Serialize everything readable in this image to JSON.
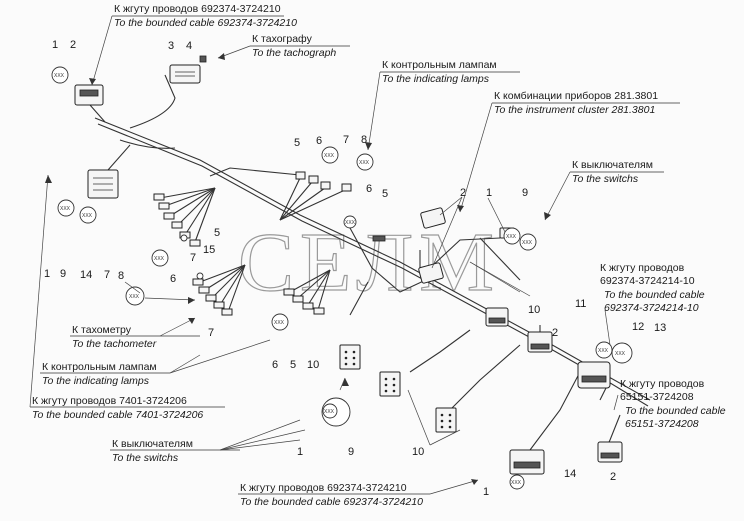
{
  "watermark": "СЕЛМ",
  "labels": {
    "top_harness_ru": "К жгуту проводов 692374-3724210",
    "top_harness_en": "To the bounded cable 692374-3724210",
    "tachograph_ru": "К тахографу",
    "tachograph_en": "To the tachograph",
    "lamps_top_ru": "К контрольным лампам",
    "lamps_top_en": "To the indicating lamps",
    "cluster_ru": "К комбинации приборов 281.3801",
    "cluster_en": "To the instrument cluster 281.3801",
    "switches_right_ru": "К выключателям",
    "switches_right_en": "To the switchs",
    "harness_right1_ru": "К жгуту проводов",
    "harness_right1_num": "692374-3724214-10",
    "harness_right1_en": "To the bounded cable",
    "harness_right1_en_num": "692374-3724214-10",
    "harness_right2_ru": "К жгуту проводов",
    "harness_right2_num": "65151-3724208",
    "harness_right2_en": "To the bounded cable",
    "harness_right2_en_num": "65151-3724208",
    "tacho_ru": "К тахометру",
    "tacho_en": "To the tachometer",
    "lamps_left_ru": "К контрольным лампам",
    "lamps_left_en": "To the indicating lamps",
    "harness_left_ru": "К жгуту проводов 7401-3724206",
    "harness_left_en": "To the bounded cable 7401-3724206",
    "switches_left_ru": "К выключателям",
    "switches_left_en": "To the switchs",
    "bottom_harness_ru": "К жгуту проводов 692374-3724210",
    "bottom_harness_en": "To the bounded cable 692374-3724210"
  },
  "numbers": {
    "n1a": "1",
    "n2a": "2",
    "n3": "3",
    "n4": "4",
    "n5a": "5",
    "n6a": "6",
    "n7a": "7",
    "n8a": "8",
    "n6b": "6",
    "n5b": "5",
    "n2b": "2",
    "n1b": "1",
    "n9a": "9",
    "n5c": "5",
    "n15": "15",
    "n8b": "8",
    "n6c": "6",
    "n7b": "7",
    "n1c": "1",
    "n9b": "9",
    "n14a": "14",
    "n7c": "7",
    "n7d": "7",
    "n6d": "6",
    "n5d": "5",
    "n10a": "10",
    "n10b": "10",
    "n2c": "2",
    "n11": "11",
    "n12": "12",
    "n13": "13",
    "n1d": "1",
    "n9c": "9",
    "n10c": "10",
    "n1e": "1",
    "n14b": "14",
    "n2d": "2"
  },
  "stamps": {
    "s1": "ХХХ",
    "s2": "ХХХ",
    "s3": "ХХХ",
    "s4": "ХХХ",
    "s5": "ХХХ",
    "s6": "ХХХ",
    "s7": "ХХХ",
    "s8": "ХХХ",
    "s9": "ХХХ",
    "s10": "ХХХ",
    "s11": "ХХХ",
    "s12": "ХХХ",
    "s13": "ХХХ",
    "s14": "ХХХ",
    "s15": "ХХХ"
  }
}
